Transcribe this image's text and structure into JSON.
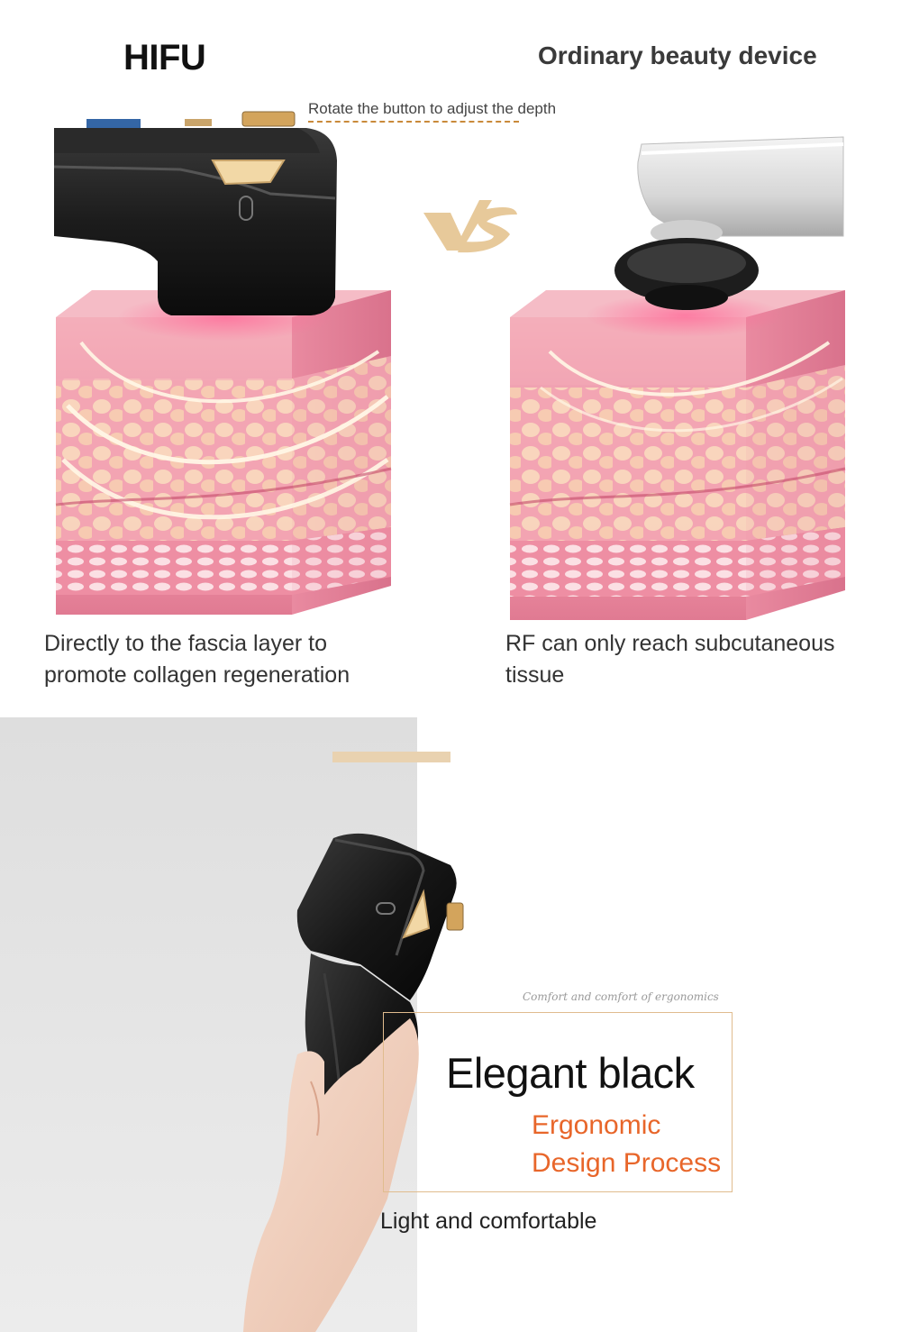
{
  "comparison": {
    "left_title": "HIFU",
    "right_title": "Ordinary beauty device",
    "depth_note": "Rotate the button to adjust the depth",
    "left_caption": "Directly to the fascia layer to promote collagen regeneration",
    "right_caption": "RF can only reach subcutaneous tissue"
  },
  "design": {
    "ergonomics_note": "Comfort and comfort of ergonomics",
    "headline": "Elegant black",
    "subhead_line1": "Ergonomic",
    "subhead_line2": "Design Process",
    "tagline": "Light and comfortable"
  },
  "colors": {
    "accent_orange": "#e8662a",
    "gold": "#c98a3a",
    "skin_pink": "#f4a7b4"
  },
  "icons": [
    "vs-emblem",
    "hifu-device-illustration",
    "rf-device-illustration",
    "skin-layer-illustration",
    "hand-holding-device-illustration"
  ]
}
